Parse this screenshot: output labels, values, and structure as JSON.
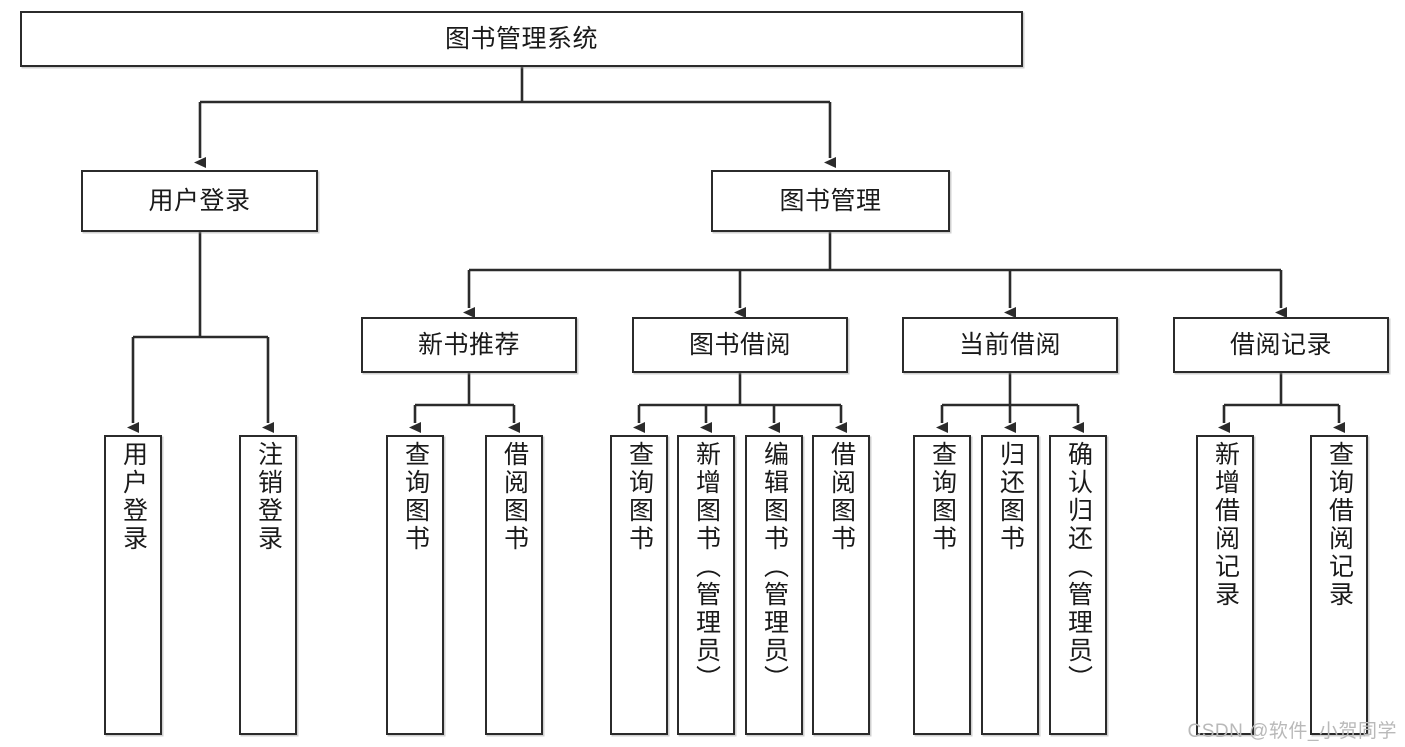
{
  "diagram": {
    "type": "tree-hierarchy",
    "title": "图书管理系统",
    "root": {
      "label": "图书管理系统"
    },
    "level2": [
      {
        "label": "用户登录"
      },
      {
        "label": "图书管理"
      }
    ],
    "level3": [
      {
        "label": "新书推荐"
      },
      {
        "label": "图书借阅"
      },
      {
        "label": "当前借阅"
      },
      {
        "label": "借阅记录"
      }
    ],
    "leaves": {
      "user_login": [
        {
          "label": "用户登录"
        },
        {
          "label": "注销登录"
        }
      ],
      "new_book_recommend": [
        {
          "label": "查询图书"
        },
        {
          "label": "借阅图书"
        }
      ],
      "book_borrow": [
        {
          "label": "查询图书"
        },
        {
          "label": "新增图书（管理员）"
        },
        {
          "label": "编辑图书（管理员）"
        },
        {
          "label": "借阅图书"
        }
      ],
      "current_borrow": [
        {
          "label": "查询图书"
        },
        {
          "label": "归还图书"
        },
        {
          "label": "确认归还（管理员）"
        }
      ],
      "borrow_records": [
        {
          "label": "新增借阅记录"
        },
        {
          "label": "查询借阅记录"
        }
      ]
    },
    "colors": {
      "stroke": "#2b2b2b",
      "fill": "#ffffff",
      "text": "#1a1a1a",
      "watermark": "#b9b9b9"
    }
  },
  "watermark": {
    "text": "CSDN @软件_小贺同学"
  }
}
